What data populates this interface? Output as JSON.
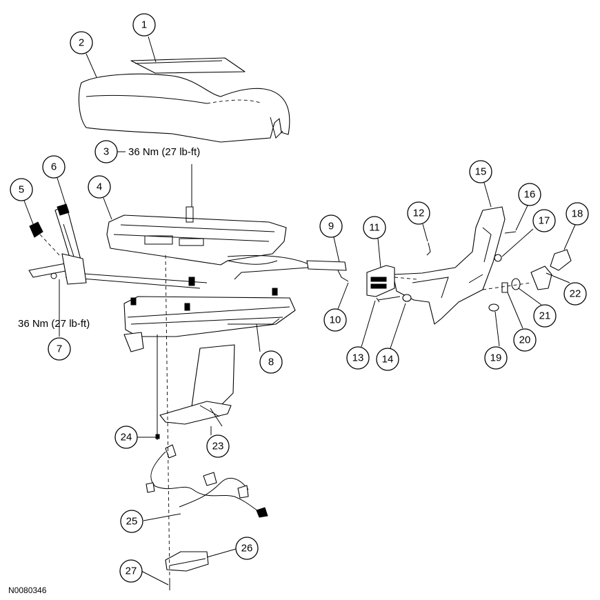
{
  "callouts": [
    {
      "id": "callout-1",
      "label": "1"
    },
    {
      "id": "callout-2",
      "label": "2"
    },
    {
      "id": "callout-3",
      "label": "3"
    },
    {
      "id": "callout-4",
      "label": "4"
    },
    {
      "id": "callout-5",
      "label": "5"
    },
    {
      "id": "callout-6",
      "label": "6"
    },
    {
      "id": "callout-7",
      "label": "7"
    },
    {
      "id": "callout-8",
      "label": "8"
    },
    {
      "id": "callout-9",
      "label": "9"
    },
    {
      "id": "callout-10",
      "label": "10"
    },
    {
      "id": "callout-11",
      "label": "11"
    },
    {
      "id": "callout-12",
      "label": "12"
    },
    {
      "id": "callout-13",
      "label": "13"
    },
    {
      "id": "callout-14",
      "label": "14"
    },
    {
      "id": "callout-15",
      "label": "15"
    },
    {
      "id": "callout-16",
      "label": "16"
    },
    {
      "id": "callout-17",
      "label": "17"
    },
    {
      "id": "callout-18",
      "label": "18"
    },
    {
      "id": "callout-19",
      "label": "19"
    },
    {
      "id": "callout-20",
      "label": "20"
    },
    {
      "id": "callout-21",
      "label": "21"
    },
    {
      "id": "callout-22",
      "label": "22"
    },
    {
      "id": "callout-23",
      "label": "23"
    },
    {
      "id": "callout-24",
      "label": "24"
    },
    {
      "id": "callout-25",
      "label": "25"
    },
    {
      "id": "callout-26",
      "label": "26"
    },
    {
      "id": "callout-27",
      "label": "27"
    }
  ],
  "torque_specs": {
    "item_3": "36 Nm (27 lb-ft)",
    "item_7": "36 Nm (27 lb-ft)"
  },
  "figure_id": "N0080346"
}
